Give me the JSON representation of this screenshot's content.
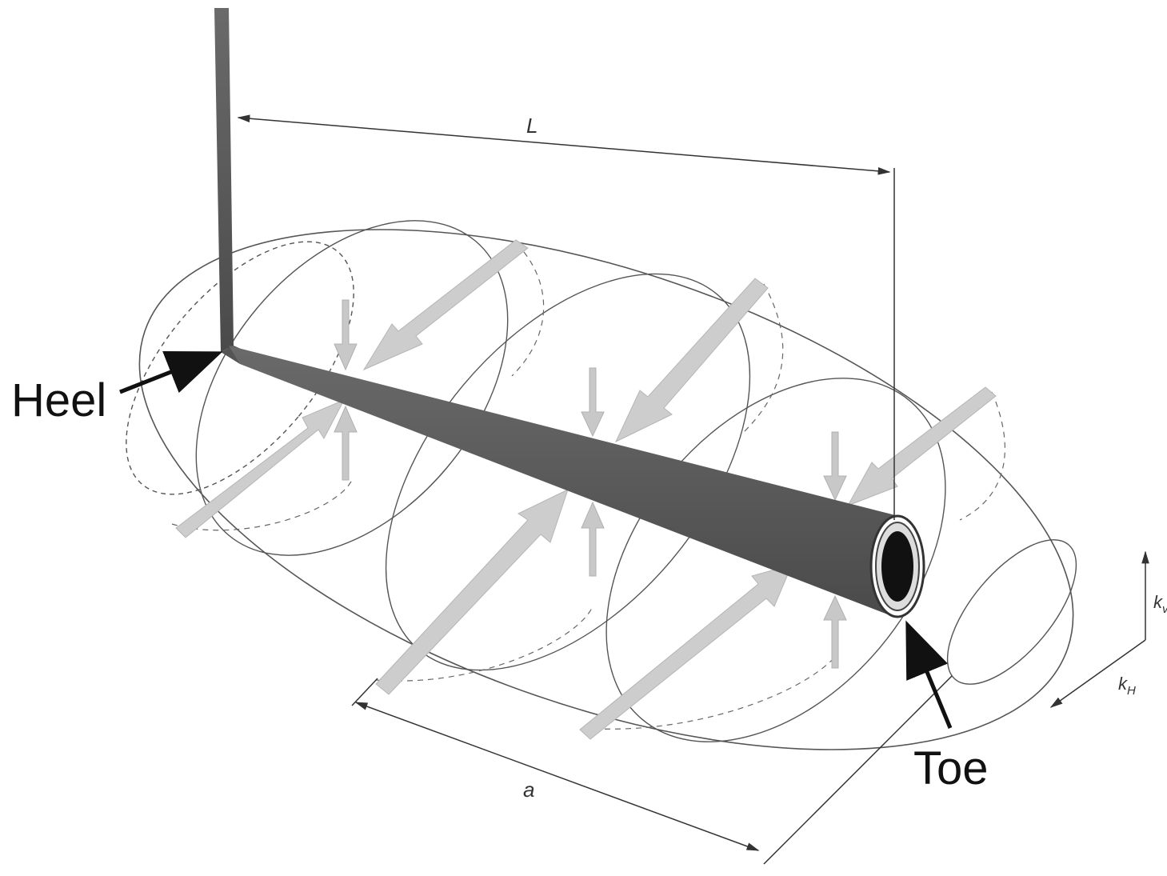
{
  "labels": {
    "heel": "Heel",
    "toe": "Toe",
    "length": "L",
    "reservoir_width": "a",
    "perm_vertical": "k",
    "perm_vertical_sub": "v",
    "perm_horizontal": "k",
    "perm_horizontal_sub": "H"
  },
  "colors": {
    "pipe": "#5a5a5a",
    "pipe_dark": "#3a3a3a",
    "flow_arrow": "#c9c9c9",
    "outline": "#555555",
    "text": "#111111"
  }
}
